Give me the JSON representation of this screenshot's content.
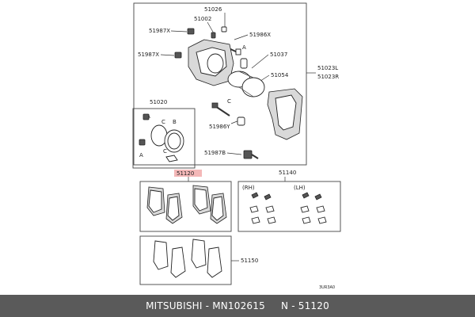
{
  "diagram": {
    "labels": {
      "l51026": "51026",
      "l51002": "51002",
      "l51987x_top": "51987X",
      "l51986x": "51986X",
      "l51987x_mid": "51987X",
      "l51037": "51037",
      "l51023l": "51023L",
      "l51023r": "51023R",
      "l51054": "51054",
      "l51020": "51020",
      "l51986y": "51986Y",
      "l51987b": "51987B",
      "l51120": "51120",
      "l51140": "51140",
      "l51150": "51150",
      "rh": "(RH)",
      "lh": "(LH)",
      "a1": "A",
      "b1": "B",
      "c1": "C",
      "a2": "A",
      "c2": "C",
      "b2": "B",
      "c3": "C",
      "a3": "A",
      "code": "3UR3A0"
    }
  },
  "footer": {
    "text": "MITSUBISHI - MN102615     N - 51120"
  },
  "colors": {
    "highlight": "#f4b8b8",
    "footer_bg": "#5a5a5a"
  }
}
